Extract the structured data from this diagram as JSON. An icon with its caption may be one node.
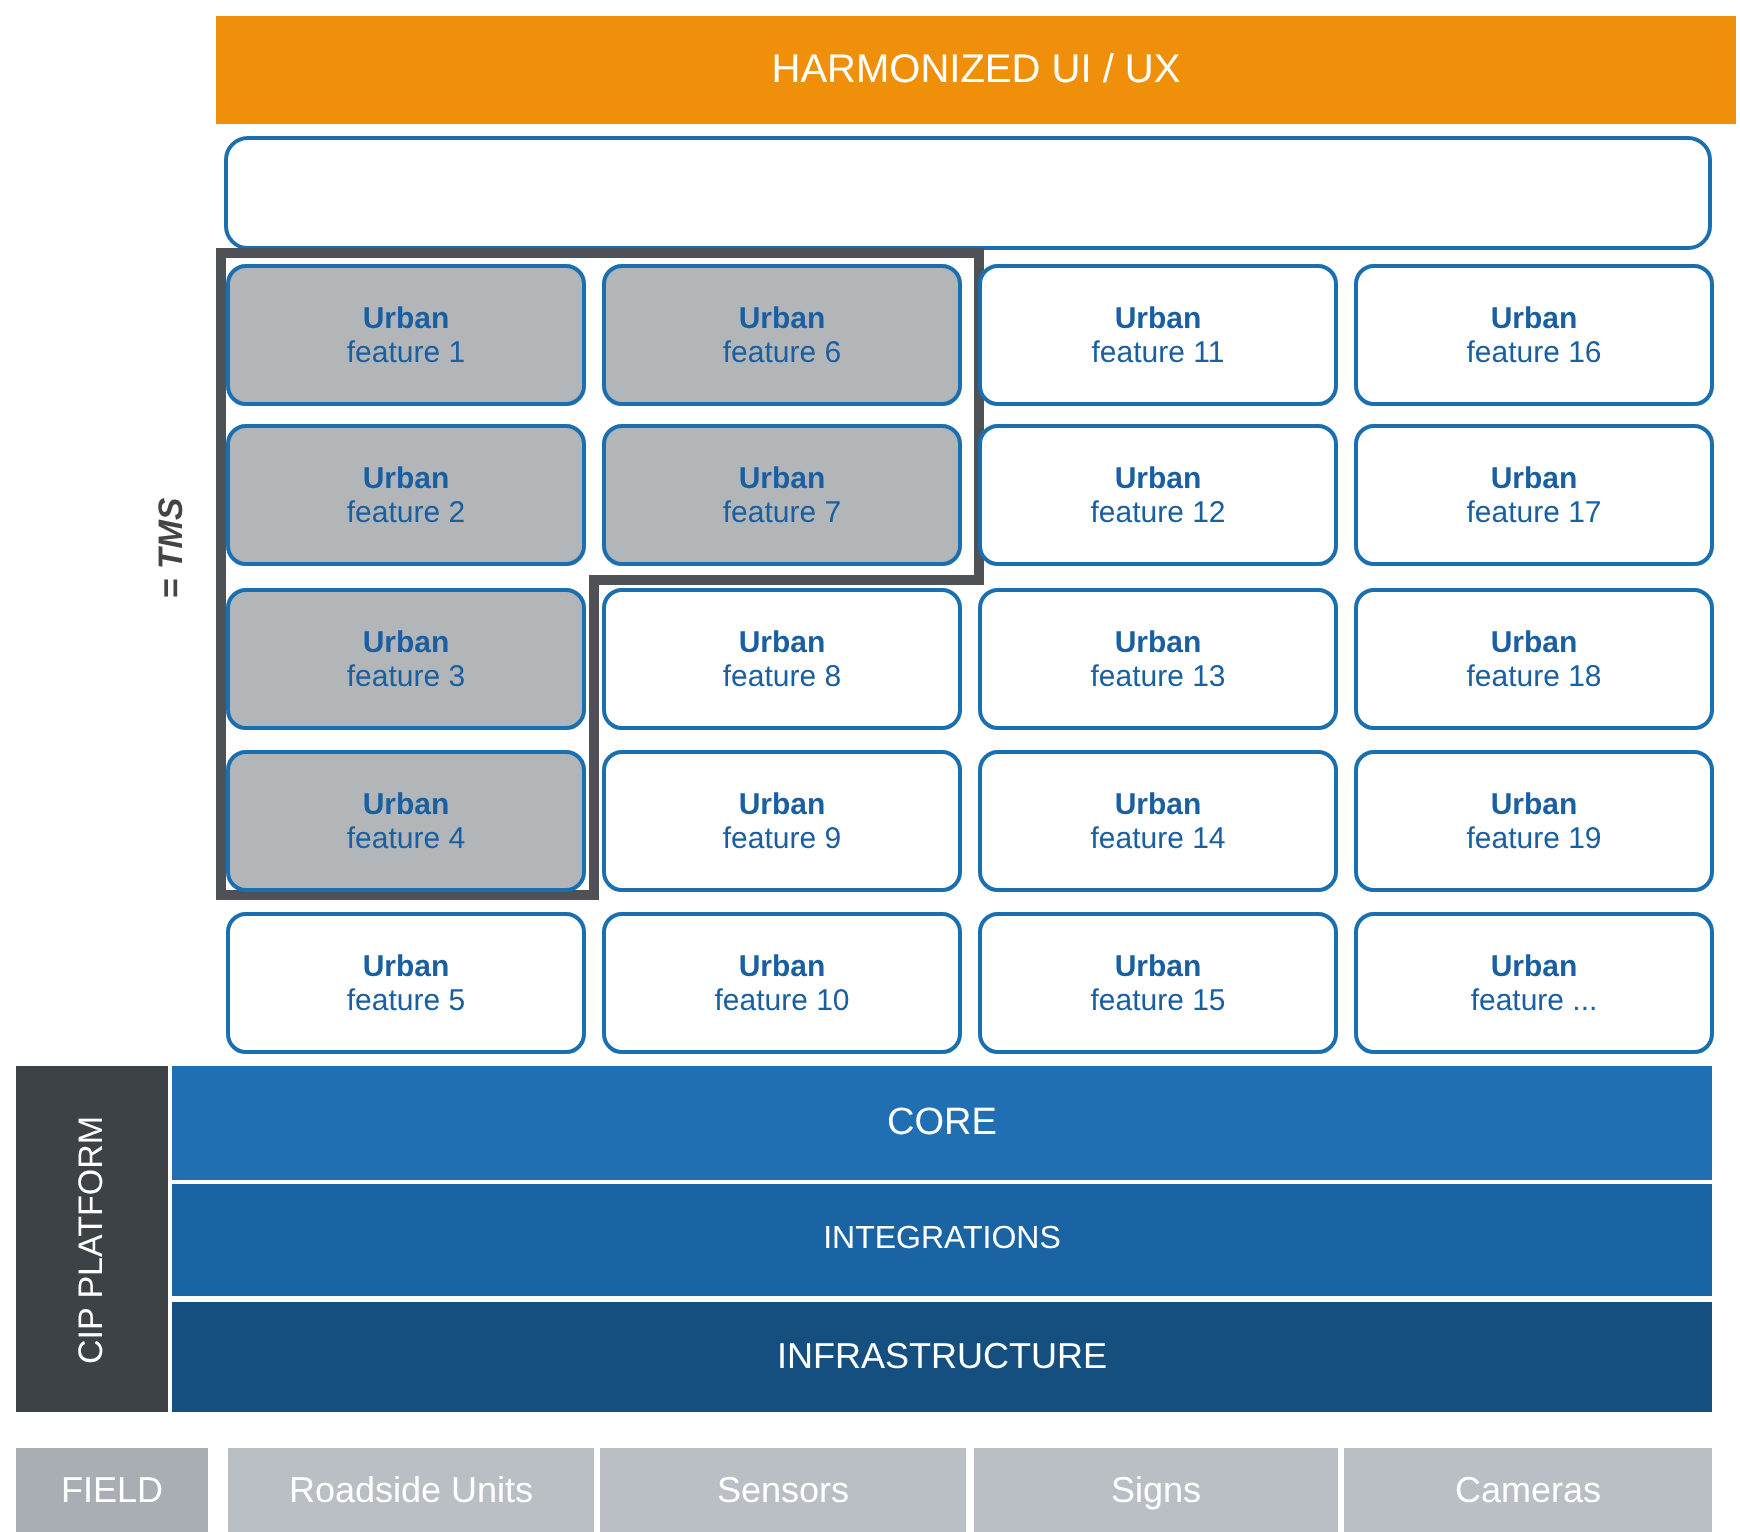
{
  "diagram": {
    "nodes": [
      {
        "text": [
          "HARMONIZED UI / UX"
        ]
      },
      {
        "text": [],
        "shape": "box"
      },
      {
        "text": [
          "= TMS"
        ]
      },
      {
        "text": [
          "Urban",
          "feature 1"
        ],
        "in": 2
      },
      {
        "text": [
          "Urban",
          "feature 6"
        ],
        "in": 2
      },
      {
        "text": [
          "Urban",
          "feature 11"
        ]
      },
      {
        "text": [
          "Urban",
          "feature 16"
        ]
      },
      {
        "text": [
          "Urban",
          "feature 2"
        ],
        "in": 2
      },
      {
        "text": [
          "Urban",
          "feature 7"
        ],
        "in": 2
      },
      {
        "text": [
          "Urban",
          "feature 12"
        ]
      },
      {
        "text": [
          "Urban",
          "feature 17"
        ]
      },
      {
        "text": [
          "Urban",
          "feature 3"
        ],
        "in": 2
      },
      {
        "text": [
          "Urban",
          "feature 8"
        ]
      },
      {
        "text": [
          "Urban",
          "feature 13"
        ]
      },
      {
        "text": [
          "Urban",
          "feature 18"
        ]
      },
      {
        "text": [
          "Urban",
          "feature 4"
        ],
        "in": 2
      },
      {
        "text": [
          "Urban",
          "feature 9"
        ]
      },
      {
        "text": [
          "Urban",
          "feature 14"
        ]
      },
      {
        "text": [
          "Urban",
          "feature 19"
        ]
      },
      {
        "text": [
          "Urban",
          "feature 5"
        ]
      },
      {
        "text": [
          "Urban",
          "feature 10"
        ]
      },
      {
        "text": [
          "Urban",
          "feature 15"
        ]
      },
      {
        "text": [
          "Urban",
          "feature ..."
        ]
      },
      {
        "text": [
          "CIP PLATFORM"
        ]
      },
      {
        "text": [
          "CORE"
        ]
      },
      {
        "text": [
          "INTEGRATIONS"
        ]
      },
      {
        "text": [
          "INFRASTRUCTURE"
        ]
      },
      {
        "text": [
          "FIELD"
        ]
      },
      {
        "text": [
          "Roadside Units"
        ]
      },
      {
        "text": [
          "Sensors"
        ]
      },
      {
        "text": [
          "Signs"
        ]
      },
      {
        "text": [
          "Cameras"
        ]
      }
    ],
    "edges": []
  }
}
